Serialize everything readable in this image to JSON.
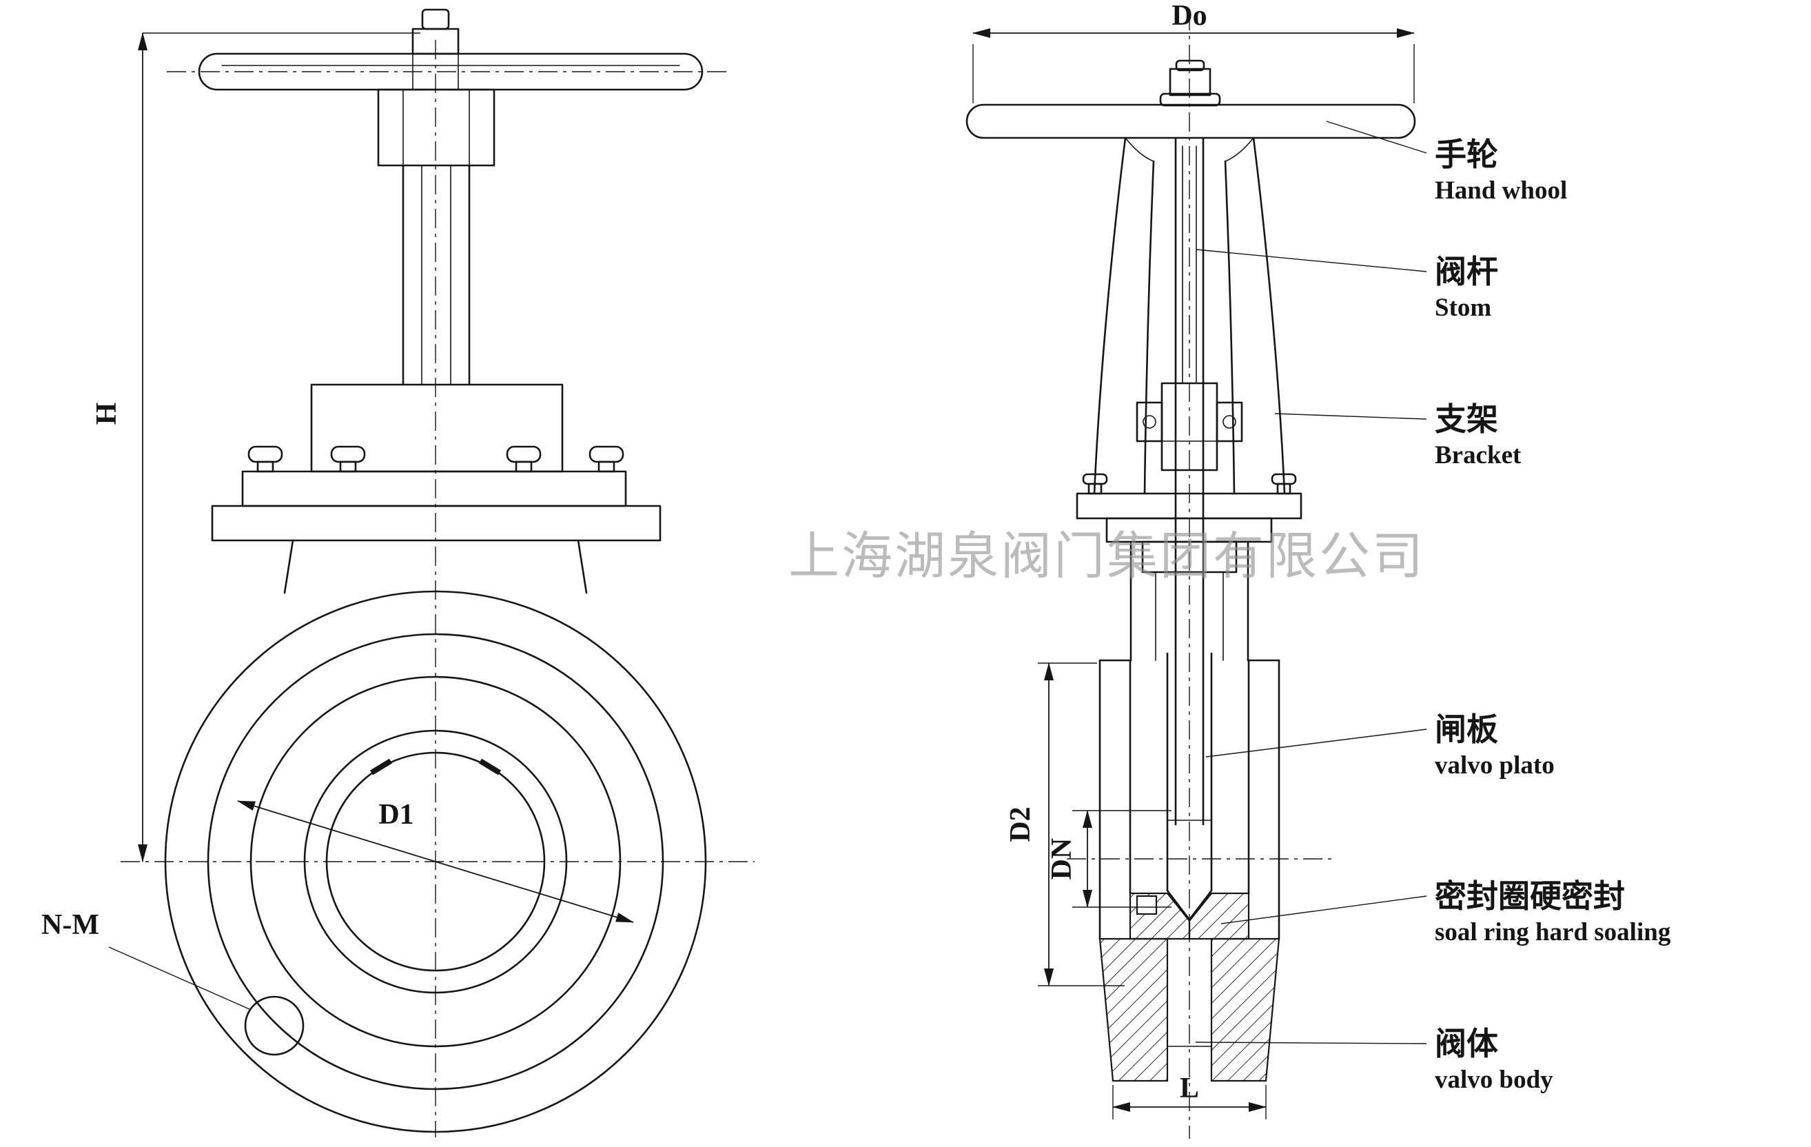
{
  "watermark": "上海湖泉阀门集团有限公司",
  "dims": {
    "h": "H",
    "do": "Do",
    "d1": "D1",
    "d2": "D2",
    "dn": "DN",
    "l": "L",
    "nm": "N-M"
  },
  "callouts": {
    "handwheel": {
      "zh": "手轮",
      "en": "Hand whool"
    },
    "stem": {
      "zh": "阀杆",
      "en": "Stom"
    },
    "bracket": {
      "zh": "支架",
      "en": "Bracket"
    },
    "plate": {
      "zh": "闸板",
      "en": "valvo plato"
    },
    "seal": {
      "zh": "密封圈硬密封",
      "en": "soal ring hard soaling"
    },
    "body": {
      "zh": "阀体",
      "en": "valvo body"
    }
  },
  "colors": {
    "line": "#151515",
    "background": "#ffffff",
    "watermark": "#8f8f8f"
  }
}
